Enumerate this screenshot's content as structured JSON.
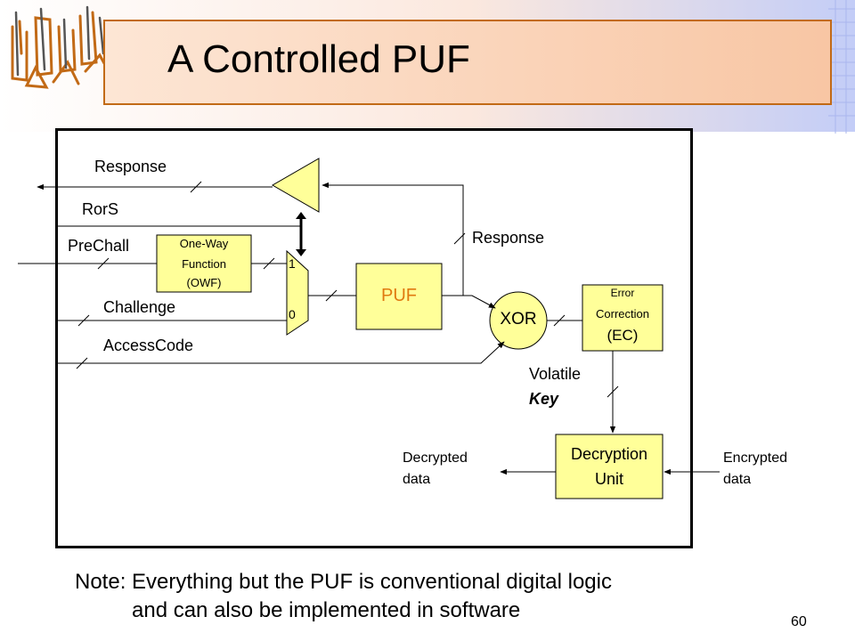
{
  "slide": {
    "title": "A Controlled PUF",
    "page_number": "60",
    "note_line1": "Note: Everything but the PUF is conventional digital logic",
    "note_line2": "and can also be implemented in software"
  },
  "diagram": {
    "inputs": {
      "response_out": "Response",
      "rors": "RorS",
      "prechall": "PreChall",
      "challenge": "Challenge",
      "access_code": "AccessCode"
    },
    "owf": {
      "line1": "One-Way",
      "line2": "Function",
      "line3": "(OWF)"
    },
    "mux": {
      "in1": "1",
      "in0": "0"
    },
    "puf": "PUF",
    "response_label": "Response",
    "xor": "XOR",
    "ec": {
      "line1": "Error",
      "line2": "Correction",
      "line3": "(EC)"
    },
    "volatile": "Volatile",
    "key": "Key",
    "decryption": {
      "line1": "Decryption",
      "line2": "Unit"
    },
    "decrypted": {
      "line1": "Decrypted",
      "line2": "data"
    },
    "encrypted": {
      "line1": "Encrypted",
      "line2": "data"
    }
  },
  "colors": {
    "title_border": "#c26a16",
    "box_fill": "#ffff99",
    "puf_text": "#e07a10"
  }
}
